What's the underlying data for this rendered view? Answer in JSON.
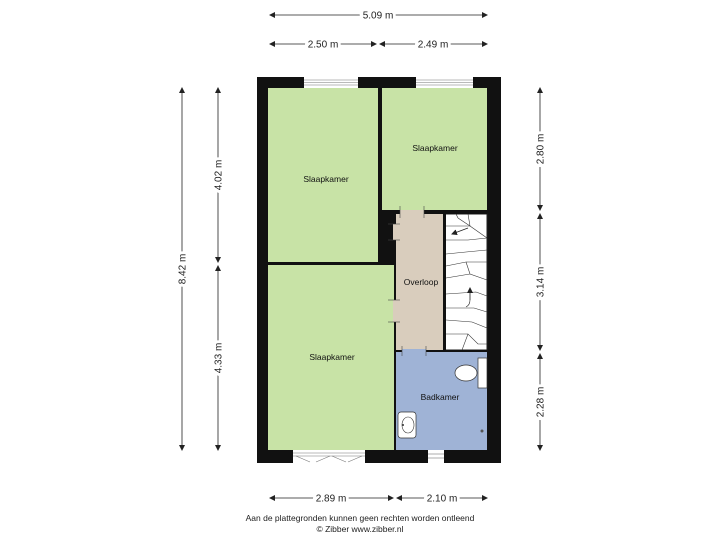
{
  "dimensions": {
    "top_total": "5.09 m",
    "top_left": "2.50 m",
    "top_right": "2.49 m",
    "bottom_left": "2.89 m",
    "bottom_right": "2.10 m",
    "left_total": "8.42 m",
    "left_upper": "4.02 m",
    "left_lower": "4.33 m",
    "right_upper": "2.80 m",
    "right_middle": "3.14 m",
    "right_lower": "2.28 m"
  },
  "rooms": {
    "bedroom_top_left": "Slaapkamer",
    "bedroom_top_right": "Slaapkamer",
    "bedroom_bottom_left": "Slaapkamer",
    "landing": "Overloop",
    "bathroom": "Badkamer"
  },
  "colors": {
    "bedroom": "#c8e3a6",
    "landing": "#d9cdbd",
    "bathroom": "#9fb3d6",
    "wall": "#111111"
  },
  "footer": {
    "disclaimer": "Aan de plattegronden kunnen geen rechten worden ontleend",
    "credit": "© Zibber www.zibber.nl"
  }
}
